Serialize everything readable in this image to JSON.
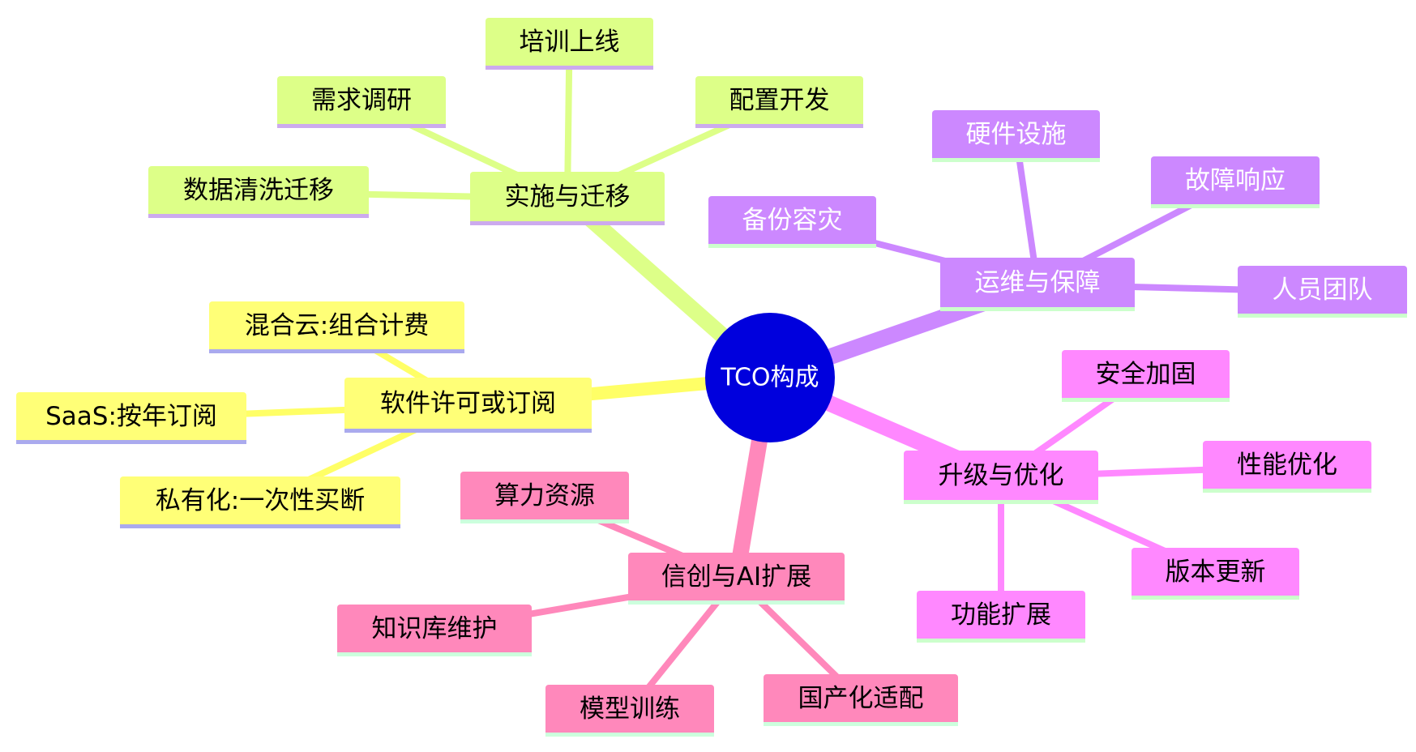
{
  "center": {
    "label": "TCO构成",
    "color": "#0000dd"
  },
  "branches": [
    {
      "id": "license",
      "label": "软件许可或订阅",
      "color": "#ffff77",
      "edge_color": "#ffff66",
      "underline": "#aaaaee",
      "text_color": "#000000",
      "children": [
        "混合云:组合计费",
        "SaaS:按年订阅",
        "私有化:一次性买断"
      ]
    },
    {
      "id": "implementation",
      "label": "实施与迁移",
      "color": "#ddff88",
      "edge_color": "#ddff88",
      "underline": "#ccaaee",
      "text_color": "#000000",
      "children": [
        "培训上线",
        "需求调研",
        "配置开发",
        "数据清洗迁移"
      ]
    },
    {
      "id": "operations",
      "label": "运维与保障",
      "color": "#cc88ff",
      "edge_color": "#cc88ff",
      "underline": "#ccffcc",
      "text_color": "#ffffff",
      "children": [
        "硬件设施",
        "故障响应",
        "备份容灾",
        "人员团队"
      ]
    },
    {
      "id": "upgrade",
      "label": "升级与优化",
      "color": "#ff88ff",
      "edge_color": "#ff88ff",
      "underline": "#ccffcc",
      "text_color": "#000000",
      "children": [
        "安全加固",
        "性能优化",
        "版本更新",
        "功能扩展"
      ]
    },
    {
      "id": "xinchuang",
      "label": "信创与AI扩展",
      "color": "#ff88bb",
      "edge_color": "#ff88bb",
      "underline": "#ccffdd",
      "text_color": "#000000",
      "children": [
        "算力资源",
        "知识库维护",
        "模型训练",
        "国产化适配"
      ]
    }
  ]
}
